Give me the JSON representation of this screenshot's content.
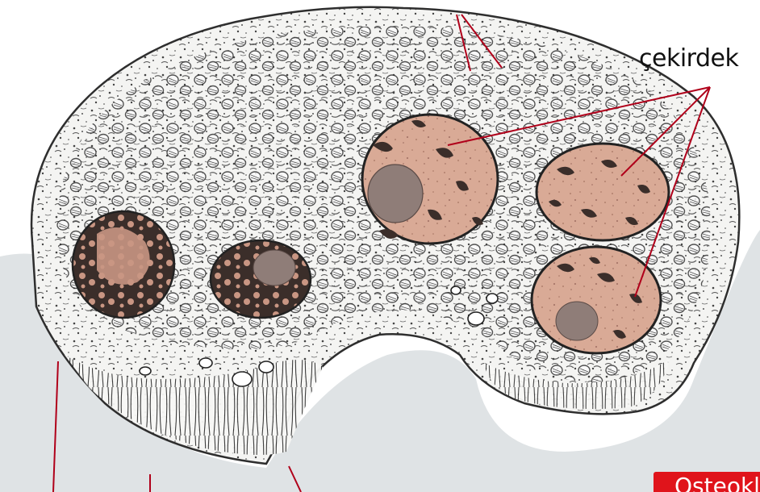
{
  "labels": {
    "nucleus": "çekirdek",
    "badge": "Osteoklast"
  },
  "colors": {
    "matrix": "#dfe3e5",
    "cytoplasm": "#f4f4f2",
    "organelle_line": "#3a3a3a",
    "nucleus_fill": "#d9aa96",
    "chromatin": "#3b2e2a",
    "nucleolus": "#8f7d78",
    "pointer": "#b0001a",
    "badge": "#e0141b"
  },
  "nuclei_count": 5
}
